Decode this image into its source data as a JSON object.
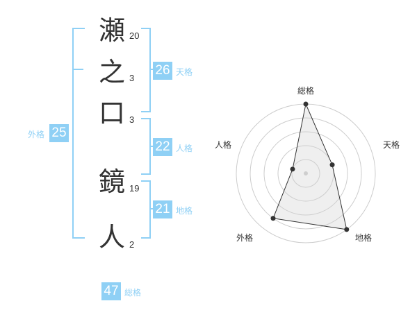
{
  "name": {
    "chars": [
      {
        "char": "瀬",
        "strokes": "20"
      },
      {
        "char": "之",
        "strokes": "3"
      },
      {
        "char": "口",
        "strokes": "3"
      },
      {
        "char": "鏡",
        "strokes": "19"
      },
      {
        "char": "人",
        "strokes": "2"
      }
    ]
  },
  "fortune": {
    "tenkaku": {
      "label": "天格",
      "value": "26"
    },
    "jinkaku": {
      "label": "人格",
      "value": "22"
    },
    "chikaku": {
      "label": "地格",
      "value": "21"
    },
    "gaikaku": {
      "label": "外格",
      "value": "25"
    },
    "soukaku": {
      "label": "総格",
      "value": "47"
    }
  },
  "chart_data": {
    "type": "radar",
    "axes": [
      "総格",
      "天格",
      "地格",
      "外格",
      "人格"
    ],
    "values": [
      5,
      2,
      5,
      4,
      1
    ],
    "max": 5,
    "rings": 5
  },
  "colors": {
    "accent": "#8fd0f5",
    "text": "#333333"
  }
}
